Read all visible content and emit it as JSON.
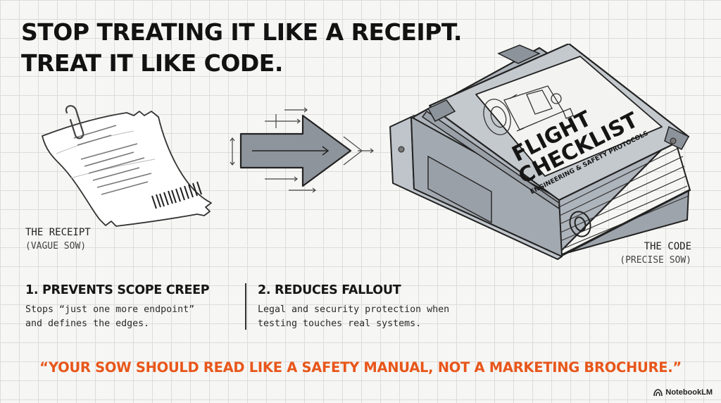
{
  "headline": {
    "line1": "STOP TREATING IT LIKE A RECEIPT.",
    "line2": "TREAT IT LIKE CODE."
  },
  "receipt": {
    "label": "THE RECEIPT",
    "sublabel": "(VAGUE SOW)"
  },
  "manual": {
    "cover_title_line1": "FLIGHT",
    "cover_title_line2": "CHECKLIST",
    "cover_subtitle": "ENGINEERING & SAFETY PROTOCOLS"
  },
  "code": {
    "label": "THE CODE",
    "sublabel": "(PRECISE SOW)"
  },
  "points": [
    {
      "title": "1. PREVENTS SCOPE CREEP",
      "body": "Stops “just one more endpoint”\nand defines the edges."
    },
    {
      "title": "2. REDUCES FALLOUT",
      "body": "Legal and security protection when\ntesting touches real systems."
    }
  ],
  "quote": "“YOUR SOW SHOULD READ LIKE A SAFETY MANUAL, NOT A MARKETING BROCHURE.”",
  "brand": {
    "name": "NotebookLM",
    "icon": "notebooklm-logo-icon"
  },
  "colors": {
    "accent": "#e8561a",
    "ink": "#1a1a1a",
    "arrow_fill": "#8e949c",
    "binder_fill": "#a9afb6",
    "grid": "#dcdcda",
    "background": "#f6f6f4"
  }
}
